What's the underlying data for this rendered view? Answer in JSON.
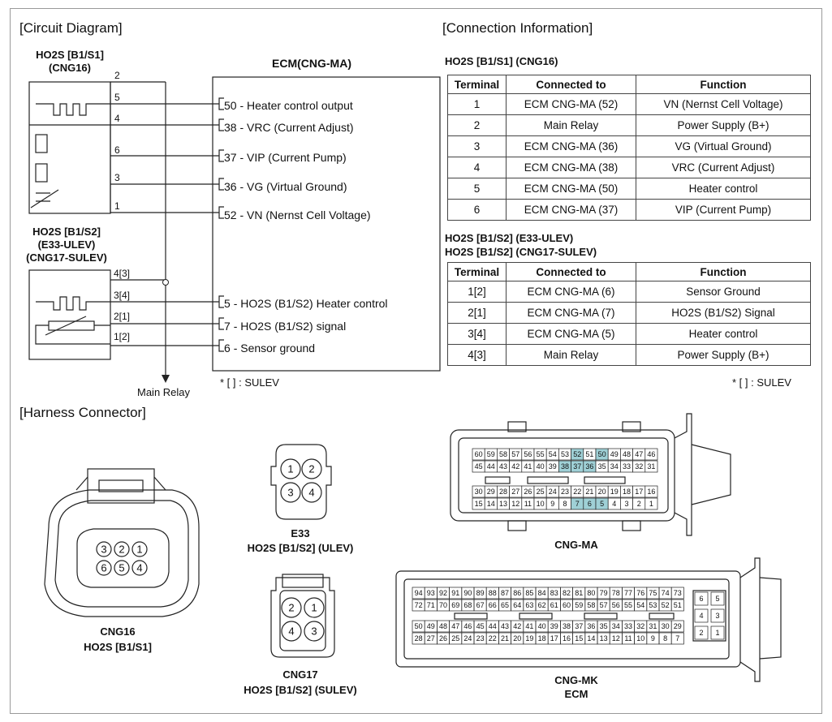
{
  "sections": {
    "circuit": "[Circuit Diagram]",
    "connection": "[Connection Information]",
    "harness": "[Harness Connector]"
  },
  "circuit": {
    "s1_name": "HO2S [B1/S1]",
    "s1_conn": "(CNG16)",
    "s1_pins": [
      "2",
      "5",
      "4",
      "6",
      "3",
      "1"
    ],
    "s2_name": "HO2S [B1/S2]",
    "s2_conn1": "(E33-ULEV)",
    "s2_conn2": "(CNG17-SULEV)",
    "s2_pins": [
      "4[3]",
      "3[4]",
      "2[1]",
      "1[2]"
    ],
    "ecm_title": "ECM(CNG-MA)",
    "ecm_pins": [
      "50",
      "38",
      "37",
      "36",
      "52",
      "5",
      "7",
      "6"
    ],
    "ecm_labels": [
      "- Heater control output",
      "- VRC (Current Adjust)",
      "- VIP (Current Pump)",
      "- VG (Virtual Ground)",
      "- VN (Nernst Cell Voltage)",
      "- HO2S (B1/S2) Heater control",
      "- HO2S (B1/S2) signal",
      "- Sensor ground"
    ],
    "main_relay": "Main Relay",
    "sulev_note": "* [  ] : SULEV"
  },
  "connection": {
    "s1_title": "HO2S [B1/S1] (CNG16)",
    "headers": [
      "Terminal",
      "Connected to",
      "Function"
    ],
    "s1_rows": [
      [
        "1",
        "ECM CNG-MA (52)",
        "VN (Nernst Cell Voltage)"
      ],
      [
        "2",
        "Main Relay",
        "Power Supply (B+)"
      ],
      [
        "3",
        "ECM CNG-MA (36)",
        "VG (Virtual Ground)"
      ],
      [
        "4",
        "ECM CNG-MA (38)",
        "VRC (Current Adjust)"
      ],
      [
        "5",
        "ECM CNG-MA (50)",
        "Heater control"
      ],
      [
        "6",
        "ECM CNG-MA (37)",
        "VIP (Current Pump)"
      ]
    ],
    "s2_title1": "HO2S [B1/S2] (E33-ULEV)",
    "s2_title2": "HO2S [B1/S2] (CNG17-SULEV)",
    "s2_rows": [
      [
        "1[2]",
        "ECM CNG-MA (6)",
        "Sensor Ground"
      ],
      [
        "2[1]",
        "ECM CNG-MA (7)",
        "HO2S (B1/S2) Signal"
      ],
      [
        "3[4]",
        "ECM CNG-MA (5)",
        "Heater control"
      ],
      [
        "4[3]",
        "Main Relay",
        "Power Supply (B+)"
      ]
    ],
    "sulev_note": "* [  ] : SULEV"
  },
  "harness": {
    "cng16_pins": [
      "3",
      "2",
      "1",
      "6",
      "5",
      "4"
    ],
    "cng16_label1": "CNG16",
    "cng16_label2": "HO2S [B1/S1]",
    "e33_pins": [
      "1",
      "2",
      "3",
      "4"
    ],
    "e33_label1": "E33",
    "e33_label2": "HO2S [B1/S2] (ULEV)",
    "cng17_pins": [
      "2",
      "1",
      "4",
      "3"
    ],
    "cng17_label1": "CNG17",
    "cng17_label2": "HO2S [B1/S2] (SULEV)",
    "ma_rows": [
      [
        "60",
        "59",
        "58",
        "57",
        "56",
        "55",
        "54",
        "53",
        "52",
        "51",
        "50",
        "49",
        "48",
        "47",
        "46"
      ],
      [
        "45",
        "44",
        "43",
        "42",
        "41",
        "40",
        "39",
        "38",
        "37",
        "36",
        "35",
        "34",
        "33",
        "32",
        "31"
      ],
      [
        "30",
        "29",
        "28",
        "27",
        "26",
        "25",
        "24",
        "23",
        "22",
        "21",
        "20",
        "19",
        "18",
        "17",
        "16"
      ],
      [
        "15",
        "14",
        "13",
        "12",
        "11",
        "10",
        "9",
        "8",
        "7",
        "6",
        "5",
        "4",
        "3",
        "2",
        "1"
      ]
    ],
    "ma_highlight": [
      "52",
      "50",
      "38",
      "37",
      "36",
      "7",
      "6",
      "5"
    ],
    "ma_label": "CNG-MA",
    "mk_rows": [
      [
        "94",
        "93",
        "92",
        "91",
        "90",
        "89",
        "88",
        "87",
        "86",
        "85",
        "84",
        "83",
        "82",
        "81",
        "80",
        "79",
        "78",
        "77",
        "76",
        "75",
        "74",
        "73"
      ],
      [
        "72",
        "71",
        "70",
        "69",
        "68",
        "67",
        "66",
        "65",
        "64",
        "63",
        "62",
        "61",
        "60",
        "59",
        "58",
        "57",
        "56",
        "55",
        "54",
        "53",
        "52",
        "51"
      ],
      [
        "50",
        "49",
        "48",
        "47",
        "46",
        "45",
        "44",
        "43",
        "42",
        "41",
        "40",
        "39",
        "38",
        "37",
        "36",
        "35",
        "34",
        "33",
        "32",
        "31",
        "30",
        "29"
      ],
      [
        "28",
        "27",
        "26",
        "25",
        "24",
        "23",
        "22",
        "21",
        "20",
        "19",
        "18",
        "17",
        "16",
        "15",
        "14",
        "13",
        "12",
        "11",
        "10",
        "9",
        "8",
        "7"
      ]
    ],
    "mk_side": [
      "6",
      "5",
      "4",
      "3",
      "2",
      "1"
    ],
    "mk_label1": "CNG-MK",
    "mk_label2": "ECM",
    "highlight_color": "#9fd0d6"
  }
}
